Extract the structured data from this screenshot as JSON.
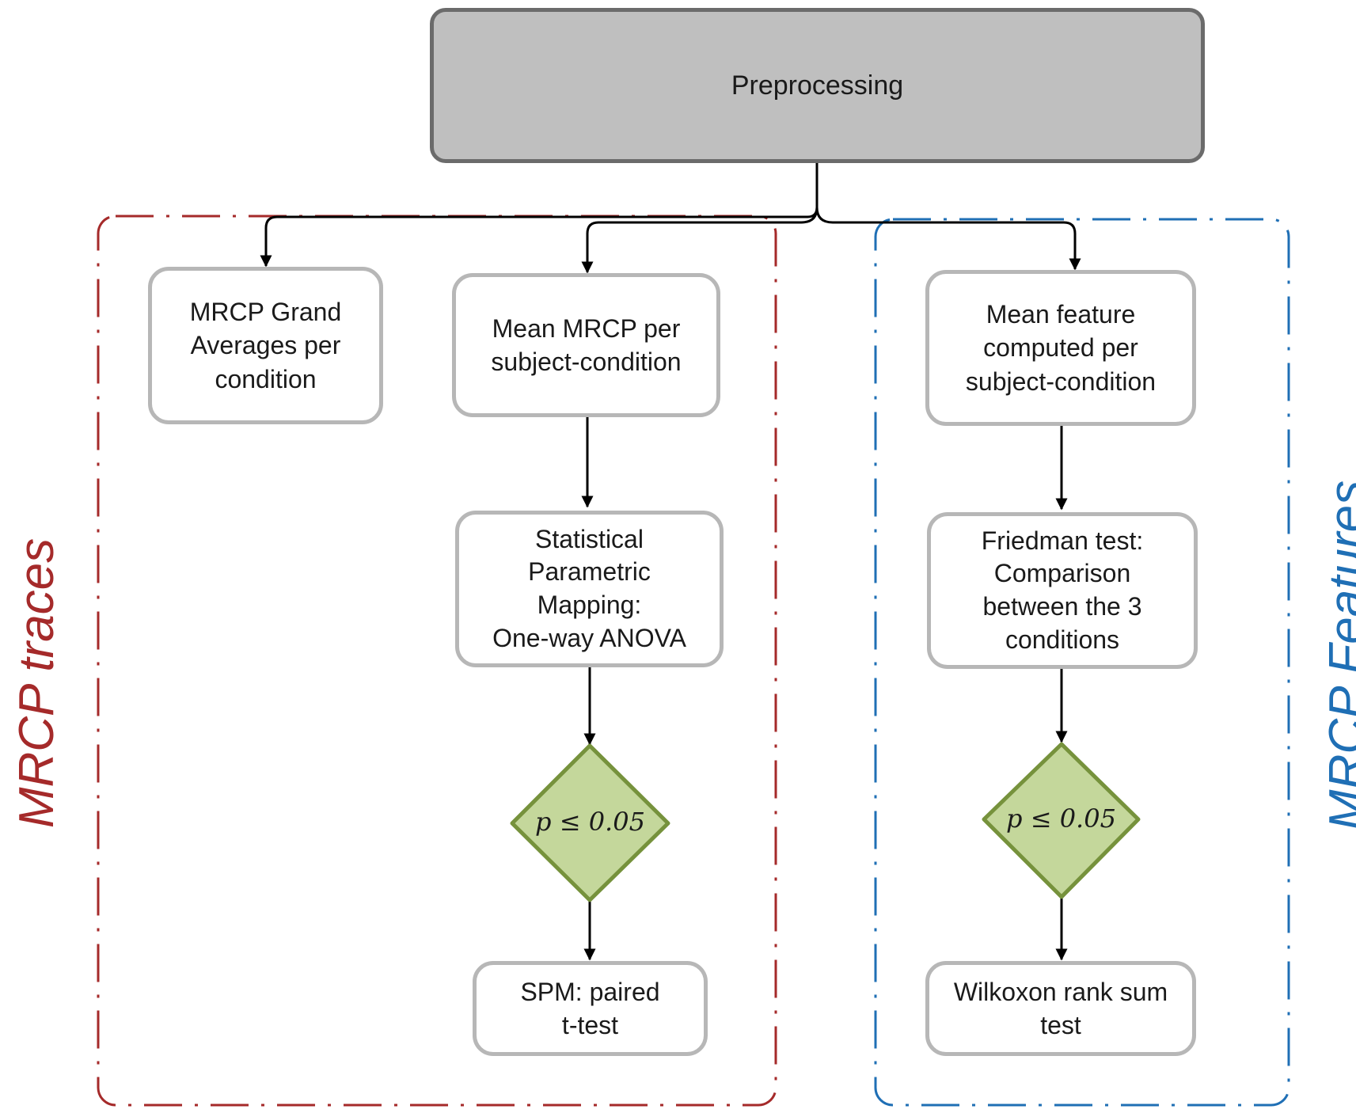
{
  "colors": {
    "traces_accent": "#a52a2a",
    "features_accent": "#1f6fb5",
    "node_border": "#b7b7b7",
    "top_fill": "#bfbfbf",
    "top_border": "#6b6b6b",
    "diamond_fill": "#c4d79b",
    "diamond_border": "#76923c"
  },
  "nodes": {
    "preprocessing": "Preprocessing",
    "grand_averages": "MRCP Grand\nAverages per\ncondition",
    "mean_mrcp": "Mean MRCP per\nsubject-condition",
    "spm_anova": "Statistical\nParametric\nMapping:\nOne-way ANOVA",
    "spm_ttest": "SPM: paired\nt-test",
    "mean_feature": "Mean feature\ncomputed per\nsubject-condition",
    "friedman": "Friedman test:\nComparison\nbetween the 3\nconditions",
    "wilkoxon": "Wilkoxon rank sum\ntest"
  },
  "decisions": {
    "traces": "p ≤ 0.05",
    "features": "p ≤ 0.05"
  },
  "groups": {
    "traces": "MRCP traces",
    "features": "MRCP Features"
  }
}
